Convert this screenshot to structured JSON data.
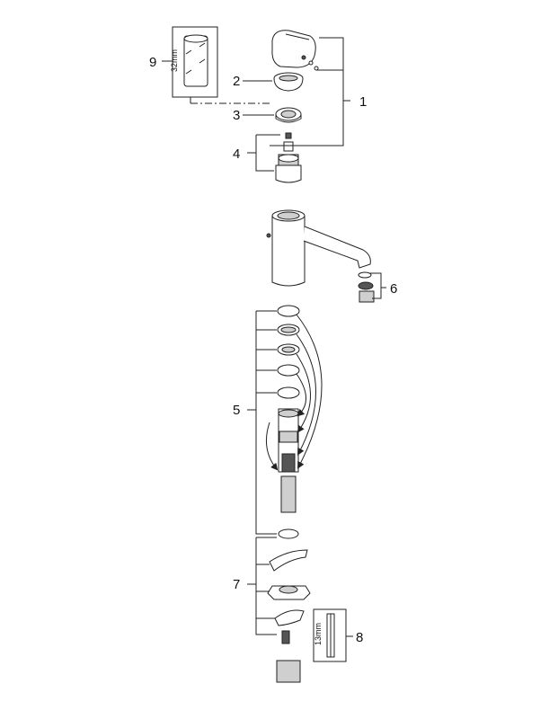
{
  "callouts": [
    {
      "id": "1",
      "text": "1"
    },
    {
      "id": "2",
      "text": "2"
    },
    {
      "id": "3",
      "text": "3"
    },
    {
      "id": "4",
      "text": "4"
    },
    {
      "id": "5",
      "text": "5"
    },
    {
      "id": "6",
      "text": "6"
    },
    {
      "id": "7",
      "text": "7"
    },
    {
      "id": "8",
      "text": "8"
    },
    {
      "id": "9",
      "text": "9"
    }
  ],
  "dimensions": {
    "tool_9": "32mm",
    "tool_8": "13mm"
  }
}
